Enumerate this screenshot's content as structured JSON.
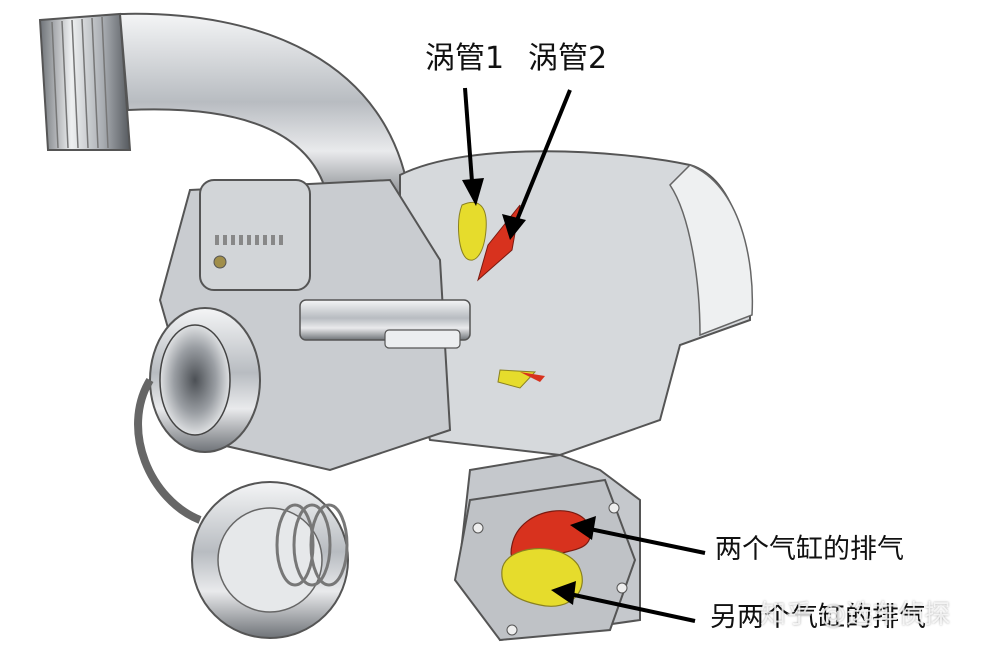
{
  "labels": {
    "scroll_1": "涡管1",
    "scroll_2": "涡管2",
    "exhaust_two_cylinders": "两个气缸的排气",
    "exhaust_other_two_cylinders": "另两个气缸的排气"
  },
  "watermark": "知乎 @选车侦探",
  "colors": {
    "scroll_1": "#e6dc2c",
    "scroll_2": "#d8321e",
    "metal_light": "#e4e6e8",
    "metal_dark": "#5b5f64"
  }
}
